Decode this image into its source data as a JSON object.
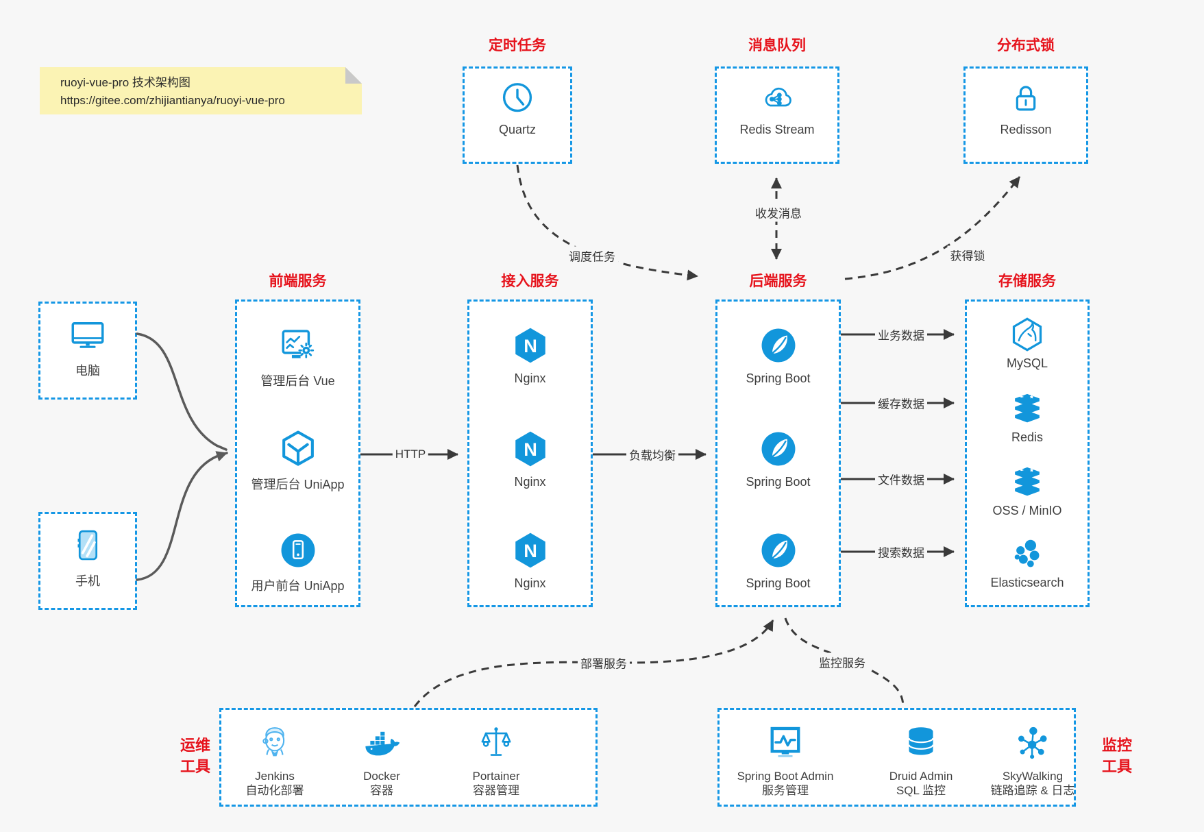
{
  "note": {
    "line1": "ruoyi-vue-pro 技术架构图",
    "line2": "https://gitee.com/zhijiantianya/ruoyi-vue-pro"
  },
  "top_groups": [
    {
      "title": "定时任务",
      "item": {
        "label": "Quartz"
      }
    },
    {
      "title": "消息队列",
      "item": {
        "label": "Redis Stream"
      }
    },
    {
      "title": "分布式锁",
      "item": {
        "label": "Redisson"
      }
    }
  ],
  "clients": [
    {
      "label": "电脑"
    },
    {
      "label": "手机"
    }
  ],
  "columns": [
    {
      "title": "前端服务",
      "items": [
        {
          "label": "管理后台 Vue"
        },
        {
          "label": "管理后台 UniApp"
        },
        {
          "label": "用户前台 UniApp"
        }
      ]
    },
    {
      "title": "接入服务",
      "items": [
        {
          "label": "Nginx"
        },
        {
          "label": "Nginx"
        },
        {
          "label": "Nginx"
        }
      ]
    },
    {
      "title": "后端服务",
      "items": [
        {
          "label": "Spring Boot"
        },
        {
          "label": "Spring Boot"
        },
        {
          "label": "Spring Boot"
        }
      ]
    },
    {
      "title": "存储服务",
      "items": [
        {
          "label": "MySQL"
        },
        {
          "label": "Redis"
        },
        {
          "label": "OSS / MinIO"
        },
        {
          "label": "Elasticsearch"
        }
      ]
    }
  ],
  "edge_labels": {
    "http": "HTTP",
    "load_balance": "负载均衡",
    "business_data": "业务数据",
    "cache_data": "缓存数据",
    "file_data": "文件数据",
    "search_data": "搜索数据",
    "schedule_task": "调度任务",
    "send_receive_msg": "收发消息",
    "acquire_lock": "获得锁",
    "deploy_service": "部署服务",
    "monitor_service": "监控服务"
  },
  "bottom_groups": [
    {
      "side_label": [
        "运维",
        "工具"
      ],
      "items": [
        {
          "name": "Jenkins",
          "desc": "自动化部署"
        },
        {
          "name": "Docker",
          "desc": "容器"
        },
        {
          "name": "Portainer",
          "desc": "容器管理"
        }
      ]
    },
    {
      "side_label": [
        "监控",
        "工具"
      ],
      "items": [
        {
          "name": "Spring Boot Admin",
          "desc": "服务管理"
        },
        {
          "name": "Druid Admin",
          "desc": "SQL 监控"
        },
        {
          "name": "SkyWalking",
          "desc": "链路追踪 & 日志"
        }
      ]
    }
  ],
  "colors": {
    "icon_blue": "#1296db",
    "border_blue": "#1597e5",
    "title_red": "#e6131c",
    "note_bg": "#fbf3b4",
    "canvas_bg": "#f7f7f7",
    "arrow_dark": "#3a3a3a",
    "arrow_gray": "#5a5a5a"
  }
}
